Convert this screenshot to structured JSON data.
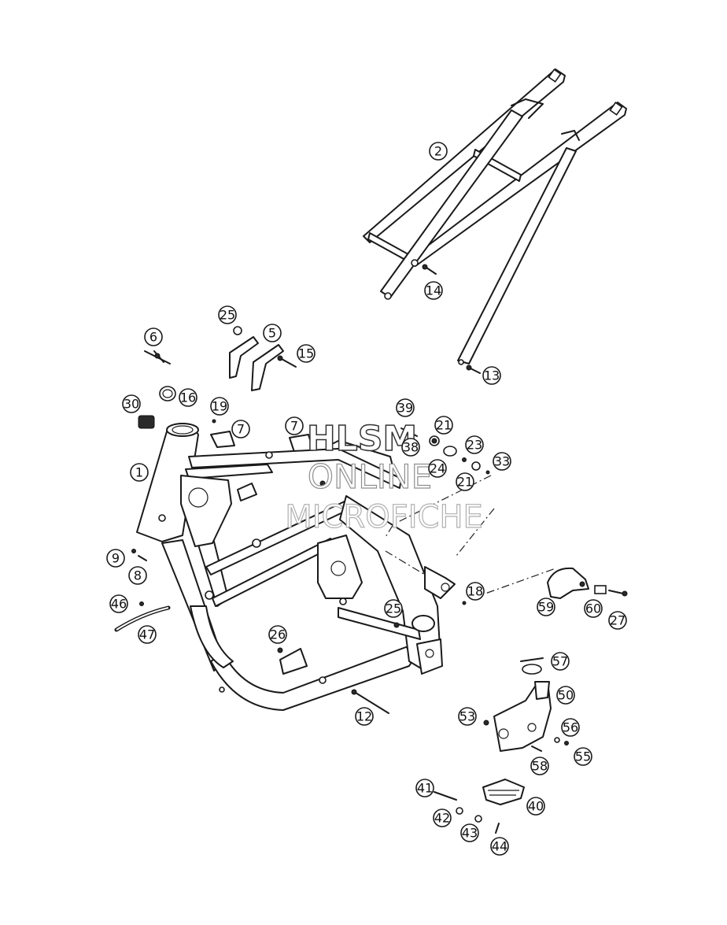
{
  "watermark": {
    "line1": "HLSM",
    "line2": "ONLINE",
    "line3": "MICROFICHE"
  },
  "callouts": {
    "c1": "1",
    "c2": "2",
    "c5": "5",
    "c6": "6",
    "c7a": "7",
    "c7b": "7",
    "c8": "8",
    "c9": "9",
    "c12": "12",
    "c13": "13",
    "c14": "14",
    "c15": "15",
    "c16": "16",
    "c18": "18",
    "c19": "19",
    "c21a": "21",
    "c21b": "21",
    "c23": "23",
    "c24": "24",
    "c25a": "25",
    "c25b": "25",
    "c26": "26",
    "c27": "27",
    "c30": "30",
    "c33": "33",
    "c38": "38",
    "c39": "39",
    "c40": "40",
    "c41": "41",
    "c42": "42",
    "c43": "43",
    "c44": "44",
    "c46": "46",
    "c47": "47",
    "c50": "50",
    "c53": "53",
    "c55": "55",
    "c56": "56",
    "c57": "57",
    "c58": "58",
    "c59": "59",
    "c60": "60"
  }
}
